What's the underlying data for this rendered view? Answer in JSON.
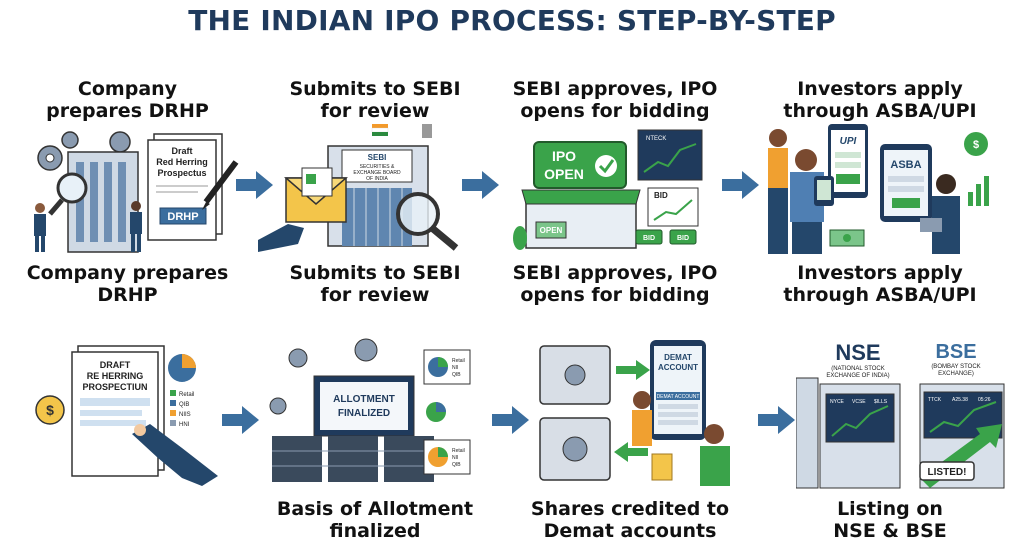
{
  "title": "THE INDIAN IPO PROCESS: STEP-BY-STEP",
  "steps": [
    {
      "top_lines": [
        "Company",
        "prepares DRHP"
      ],
      "bottom_lines": [
        "Company prepares",
        "DRHP"
      ],
      "doc_title": [
        "Draft",
        "Red Herring",
        "Prospectus"
      ],
      "doc_tag": "DRHP"
    },
    {
      "top_lines": [
        "Submits to SEBI",
        "for review"
      ],
      "bottom_lines": [
        "Submits to SEBI",
        "for review"
      ],
      "building_sign": [
        "SECURITIES &",
        "EXCHANGE BOARD",
        "OF INDIA"
      ],
      "building_logo": "SEBI"
    },
    {
      "top_lines": [
        "SEBI approves, IPO",
        "opens for bidding"
      ],
      "bottom_lines": [
        "SEBI approves, IPO",
        "opens for bidding"
      ],
      "banner": [
        "IPO",
        "OPEN"
      ],
      "screen_label": "NTECK",
      "bid_label": "BID",
      "shop_sign": "OPEN"
    },
    {
      "top_lines": [
        "Investors apply",
        "through ASBA/UPI"
      ],
      "bottom_lines": [
        "Investors apply",
        "through ASBA/UPI"
      ],
      "upi_label": "UPI",
      "asba_label": "ASBA"
    },
    {
      "lines": [
        "Basis of Allotment",
        "finalized"
      ],
      "doc_title": [
        "DRAFT",
        "RE HERRING",
        "PROSPECTIUN"
      ],
      "legend": [
        "Retail",
        "QIB",
        "NIIS",
        "HNI"
      ],
      "monitor_text": [
        "ALLOTMENT",
        "FINALIZED"
      ],
      "pie_labels": [
        "Retail",
        "NII",
        "QIB"
      ]
    },
    {
      "lines": [
        "Shares credited to",
        "Demat accounts"
      ],
      "phone_title": [
        "DEMAT",
        "ACCOUNT"
      ],
      "phone_sub": "DEMAT ACCOUNT"
    },
    {
      "lines": [
        "Listing on",
        "NSE & BSE"
      ],
      "nse_logo": "NSE",
      "nse_sub": [
        "(NATIONAL STOCK",
        "EXCHANGE OF INDIA)"
      ],
      "bse_logo": "BSE",
      "bse_sub": [
        "(BOMBAY STOCK",
        "EXCHANGE)"
      ],
      "listed_label": "LISTED!",
      "tickers": [
        "NYCE",
        "VCSE",
        "$ILLS",
        "TTCK",
        "A25.38",
        "05:26"
      ]
    }
  ],
  "colors": {
    "title": "#1f3a5c",
    "arrow": "#3b6e9e",
    "navy": "#24476b",
    "green": "#3aa34a",
    "teal": "#2e8b9a",
    "orange": "#f0a030"
  }
}
